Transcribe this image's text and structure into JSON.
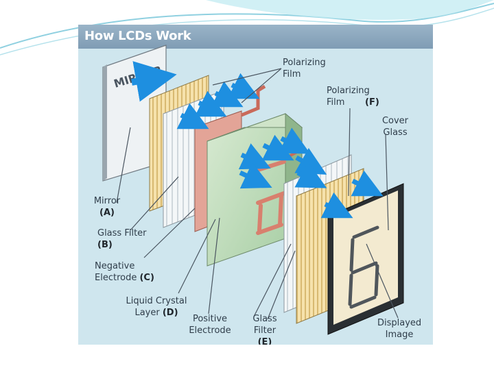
{
  "figure": {
    "title": "How LCDs Work",
    "mirror_text": "MIRROR",
    "digit": "6"
  },
  "labels": {
    "polarizing_film": "Polarizing Film",
    "polarizing_film_f": {
      "text": "Polarizing Film",
      "code": "(F)"
    },
    "cover_glass": "Cover Glass",
    "mirror": {
      "text": "Mirror",
      "code": "(A)"
    },
    "glass_filter_b": {
      "text": "Glass Filter",
      "code": "(B)"
    },
    "negative_electrode": {
      "text": "Negative Electrode",
      "code": "(C)"
    },
    "liquid_crystal": {
      "text": "Liquid Crystal Layer",
      "code": "(D)"
    },
    "positive_electrode": "Positive Electrode",
    "glass_filter_e": {
      "text": "Glass Filter",
      "code": "(E)"
    },
    "displayed_image": "Displayed Image"
  },
  "colors": {
    "background": "#cfe6ee",
    "title_bar": "#8aa7be",
    "arrow": "#1e8fe0",
    "electrode": "#e39a8c",
    "crystal": "#b9d8b4",
    "yellow_film": "#f0d89a"
  }
}
